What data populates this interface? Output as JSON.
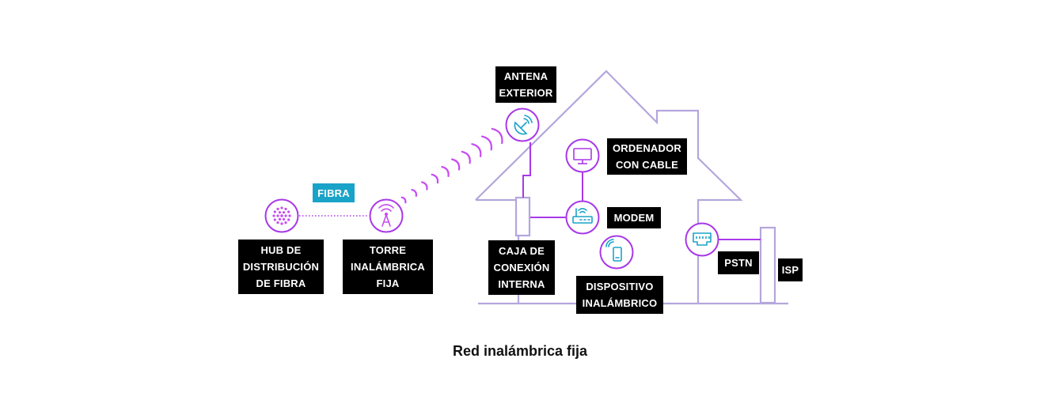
{
  "colors": {
    "house_outline": "#b4a6dc",
    "purple": "#a838e8",
    "cyan": "#1aa3c8",
    "label_bg": "#000000",
    "fibra_bg": "#1aa3c8"
  },
  "labels": {
    "fibra": "FIBRA",
    "hub": "HUB DE\nDISTRIBUCIÓN\nDE FIBRA",
    "torre": "TORRE\nINALÁMBRICA\nFIJA",
    "antena": "ANTENA\nEXTERIOR",
    "ordenador": "ORDENADOR\nCON CABLE",
    "modem": "MODEM",
    "caja": "CAJA DE\nCONEXIÓN\nINTERNA",
    "dispositivo": "DISPOSITIVO\nINALÁMBRICO",
    "pstn": "PSTN",
    "isp": "ISP"
  },
  "icons": {
    "hub": "fiber-hub-icon",
    "tower": "wireless-tower-icon",
    "antenna": "satellite-dish-icon",
    "computer": "monitor-icon",
    "modem": "router-icon",
    "device": "smartphone-icon",
    "ethernet": "ethernet-port-icon"
  },
  "caption": "Red inalámbrica fija"
}
